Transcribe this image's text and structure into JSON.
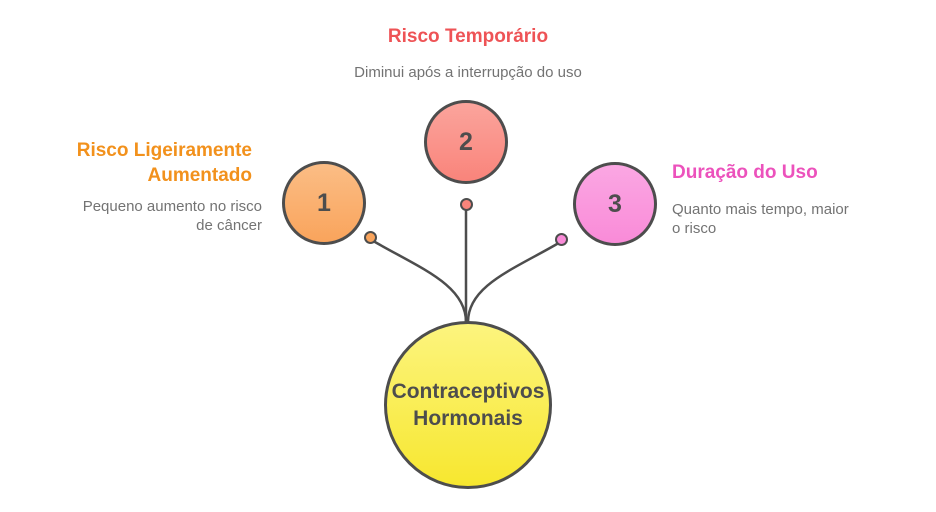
{
  "style": {
    "background": "#FFFFFF",
    "outline_color": "#4D4D4D",
    "number_text_color": "#4D4D4D",
    "subtitle_color": "#737373"
  },
  "center_node": {
    "label_line1": "Contraceptivos",
    "label_line2": "Hormonais",
    "fill_top": "#FCF47E",
    "fill_bottom": "#F7E72F"
  },
  "nodes": {
    "top": {
      "number": "2",
      "title": "Risco Temporário",
      "subtitle": "Diminui após a interrupção do uso",
      "accent": "#EE5356",
      "circle_fill_top": "#FBA49C",
      "circle_fill_bottom": "#F9847B"
    },
    "left": {
      "number": "1",
      "title_line1": "Risco Ligeiramente",
      "title_line2": "Aumentado",
      "subtitle_line1": "Pequeno aumento no risco",
      "subtitle_line2": "de câncer",
      "accent": "#F2911C",
      "circle_fill_top": "#FBBD85",
      "circle_fill_bottom": "#F9A45C"
    },
    "right": {
      "number": "3",
      "title": "Duração do Uso",
      "subtitle_line1": "Quanto mais tempo, maior",
      "subtitle_line2": "o risco",
      "accent": "#EC52BC",
      "circle_fill_top": "#FBA7E3",
      "circle_fill_bottom": "#F98BD8"
    }
  }
}
